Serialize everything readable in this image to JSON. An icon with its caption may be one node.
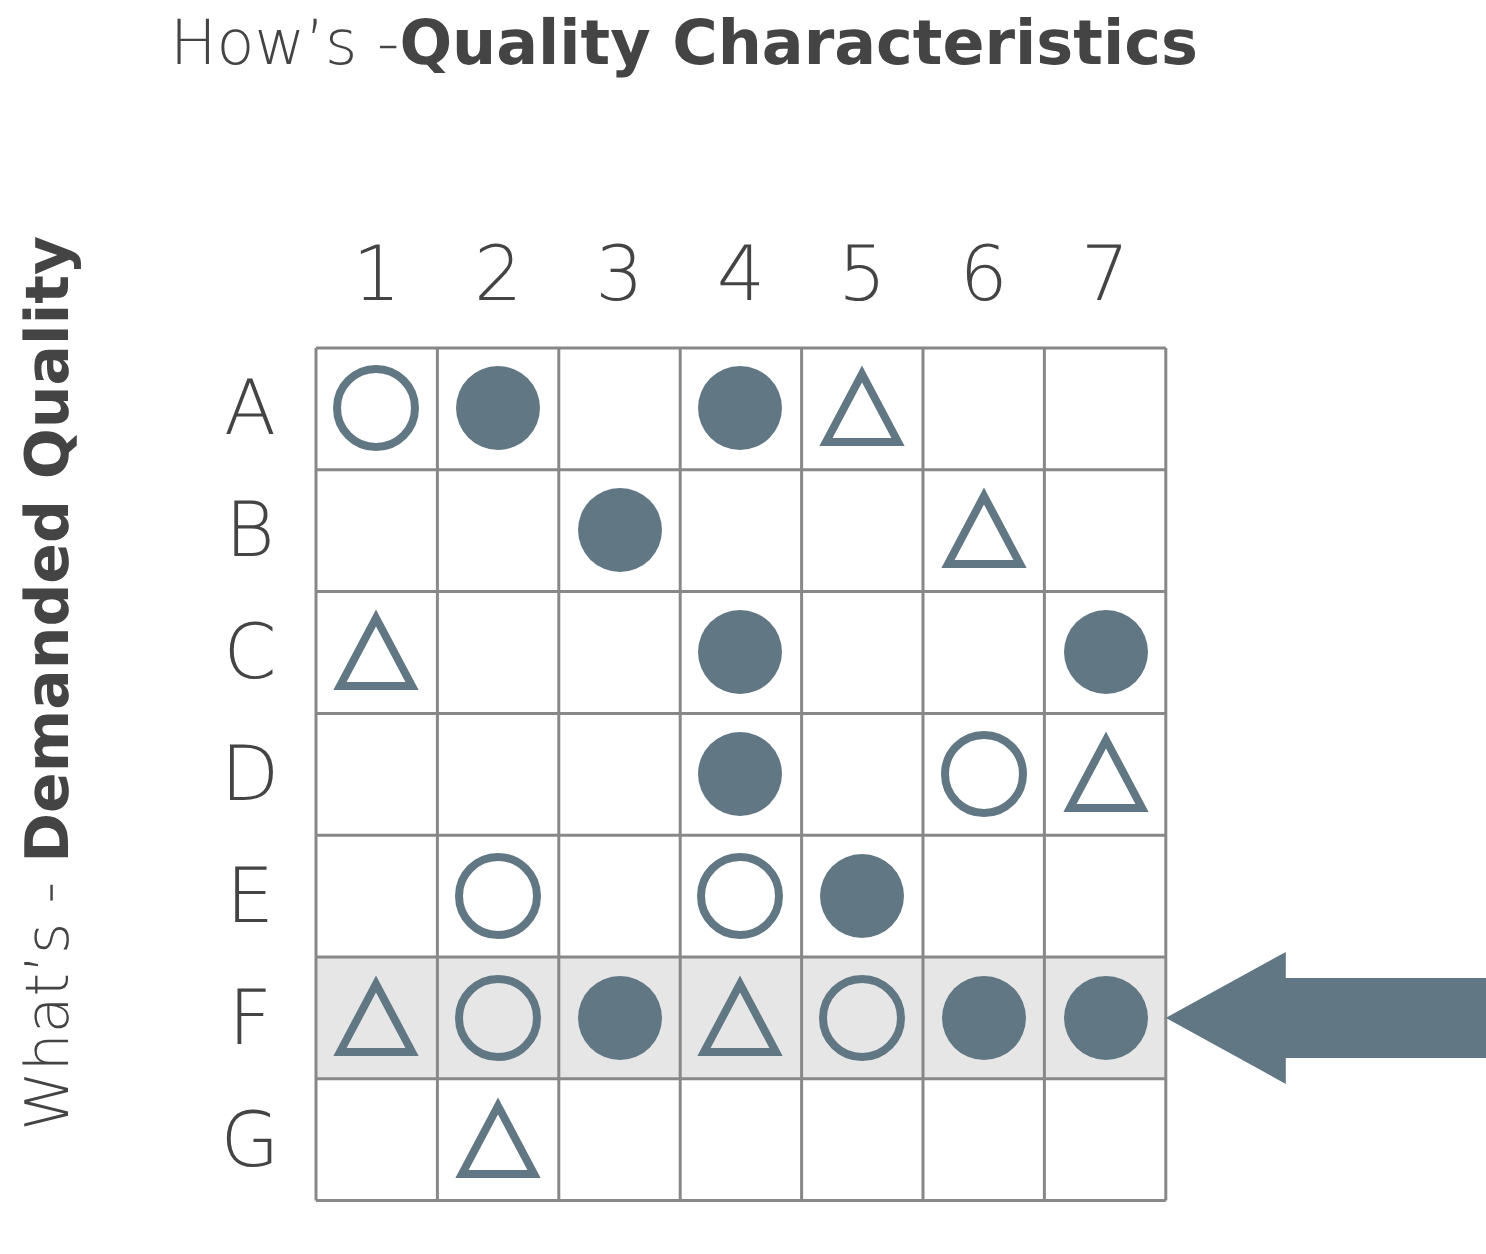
{
  "diagram": {
    "title": "How’s -**Quality Characteristics**",
    "nodes": [
      {
        "text": [],
        "shape": "circle"
      },
      {
        "text": [],
        "shape": "dot"
      },
      {
        "text": [],
        "shape": "dot"
      },
      {
        "text": [],
        "shape": "triangle"
      },
      {
        "text": [],
        "shape": "dot"
      },
      {
        "text": [],
        "shape": "triangle"
      },
      {
        "text": [],
        "shape": "triangle"
      },
      {
        "text": [],
        "shape": "dot"
      },
      {
        "text": [],
        "shape": "dot"
      },
      {
        "text": [],
        "shape": "dot"
      },
      {
        "text": [],
        "shape": "circle"
      },
      {
        "text": [],
        "shape": "triangle"
      },
      {
        "text": [],
        "shape": "circle"
      },
      {
        "text": [],
        "shape": "circle"
      },
      {
        "text": [],
        "shape": "dot"
      },
      {
        "text": [],
        "shape": "bar"
      },
      {
        "text": [],
        "shape": "triangle",
        "in": 15
      },
      {
        "text": [],
        "shape": "circle",
        "in": 15
      },
      {
        "text": [],
        "shape": "dot",
        "in": 15
      },
      {
        "text": [],
        "shape": "triangle",
        "in": 15
      },
      {
        "text": [],
        "shape": "circle",
        "in": 15
      },
      {
        "text": [],
        "shape": "dot",
        "in": 15
      },
      {
        "text": [],
        "shape": "dot",
        "in": 15
      },
      {
        "text": [],
        "shape": "triangle"
      }
    ],
    "edges": [
      {
        "from": null,
        "to": 15,
        "arrow": "to"
      }
    ],
    "labels": [
      "What’s - **Demanded Quality**",
      "1",
      "2",
      "3",
      "4",
      "5",
      "6",
      "7",
      "A",
      "B",
      "C",
      "D",
      "E",
      "F",
      "G"
    ]
  }
}
